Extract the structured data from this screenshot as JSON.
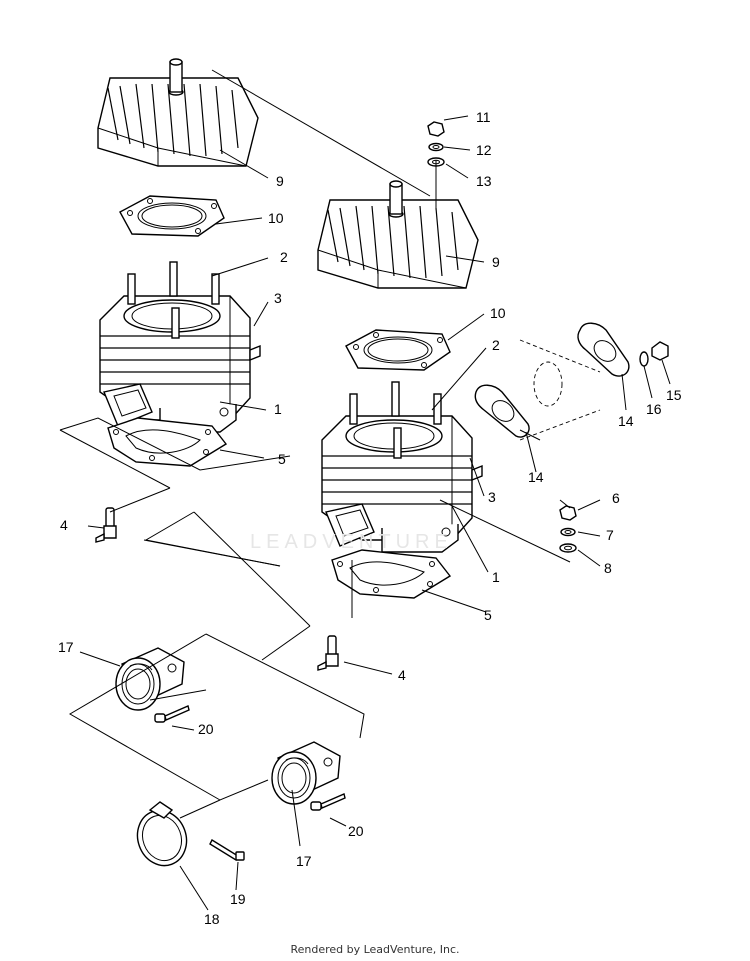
{
  "footer": "Rendered by LeadVenture, Inc.",
  "watermark": "LEADVENTURE",
  "callouts": {
    "c1a": "1",
    "c1b": "1",
    "c2a": "2",
    "c2b": "2",
    "c3a": "3",
    "c3b": "3",
    "c4a": "4",
    "c4b": "4",
    "c5a": "5",
    "c5b": "5",
    "c6": "6",
    "c7": "7",
    "c8": "8",
    "c9a": "9",
    "c9b": "9",
    "c10a": "10",
    "c10b": "10",
    "c11": "11",
    "c12": "12",
    "c13": "13",
    "c14a": "14",
    "c14b": "14",
    "c15": "15",
    "c16": "16",
    "c17a": "17",
    "c17b": "17",
    "c18": "18",
    "c19": "19",
    "c20a": "20",
    "c20b": "20"
  }
}
